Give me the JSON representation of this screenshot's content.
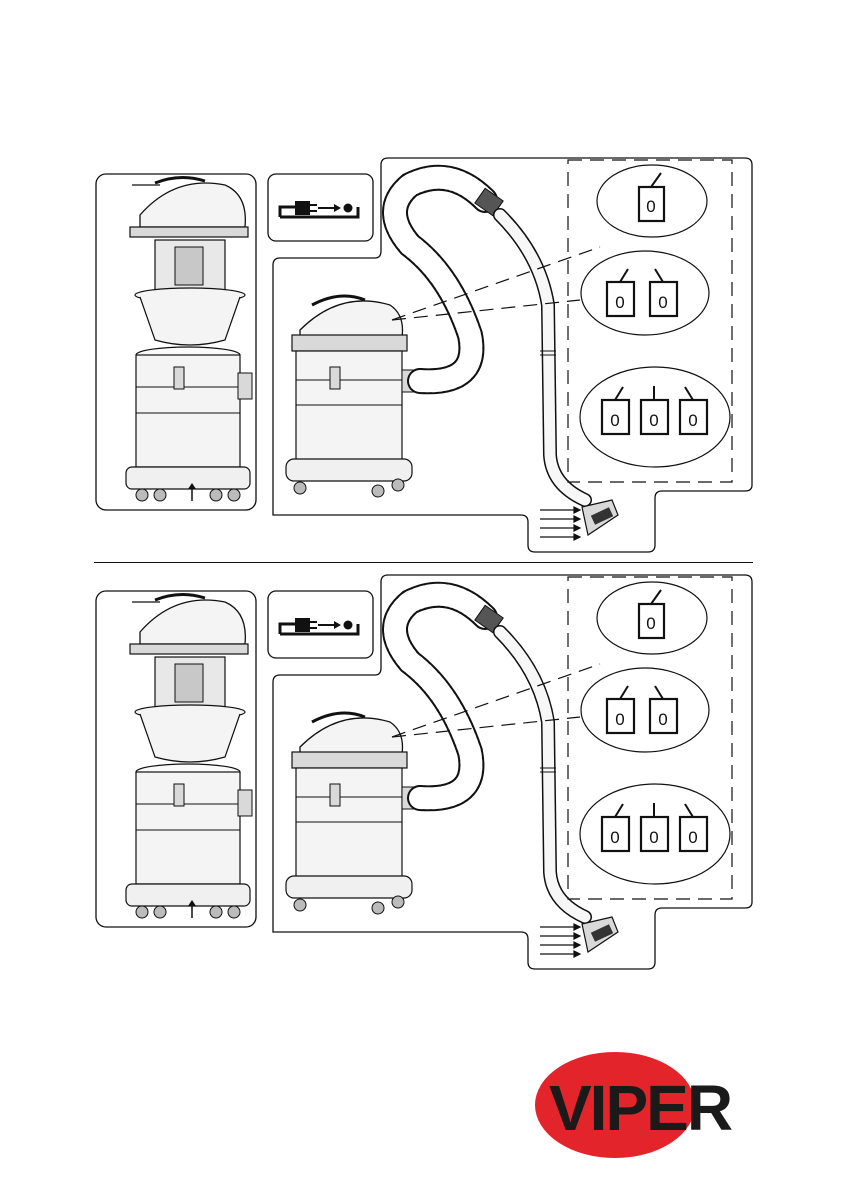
{
  "diagrams": [
    {
      "switch_panels": [
        {
          "labels": [
            "0"
          ]
        },
        {
          "labels": [
            "0",
            "0"
          ]
        },
        {
          "labels": [
            "0",
            "0",
            "0"
          ]
        }
      ]
    },
    {
      "switch_panels": [
        {
          "labels": [
            "0"
          ]
        },
        {
          "labels": [
            "0",
            "0"
          ]
        },
        {
          "labels": [
            "0",
            "0",
            "0"
          ]
        }
      ]
    }
  ],
  "logo": {
    "text": "VIPER",
    "colors": {
      "ellipse": "#e4242b",
      "text": "#1a1a1a"
    }
  },
  "colors": {
    "line": "#111111",
    "fill_light": "#f4f4f4",
    "fill_mid": "#d9d9d9"
  }
}
